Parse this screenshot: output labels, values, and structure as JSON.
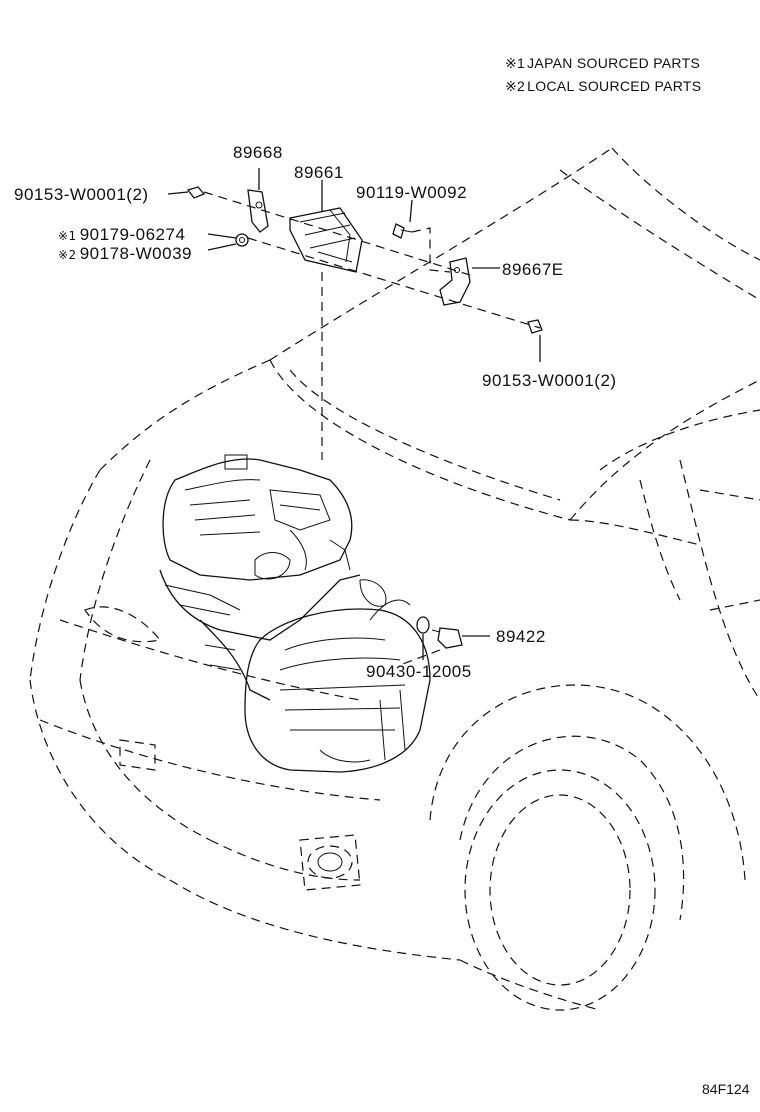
{
  "legend": {
    "note1": {
      "mark": "※1",
      "text": "JAPAN SOURCED PARTS"
    },
    "note2": {
      "mark": "※2",
      "text": "LOCAL SOURCED PARTS"
    }
  },
  "callouts": {
    "p89668": "89668",
    "p89661": "89661",
    "p90153_left": "90153-W0001(2)",
    "p90119": "90119-W0092",
    "p90179": {
      "mark": "※1",
      "text": "90179-06274"
    },
    "p90178": {
      "mark": "※2",
      "text": "90178-W0039"
    },
    "p89667E": "89667E",
    "p90153_right": "90153-W0001(2)",
    "p89422": "89422",
    "p90430": "90430-12005"
  },
  "figure_code": "84F124"
}
